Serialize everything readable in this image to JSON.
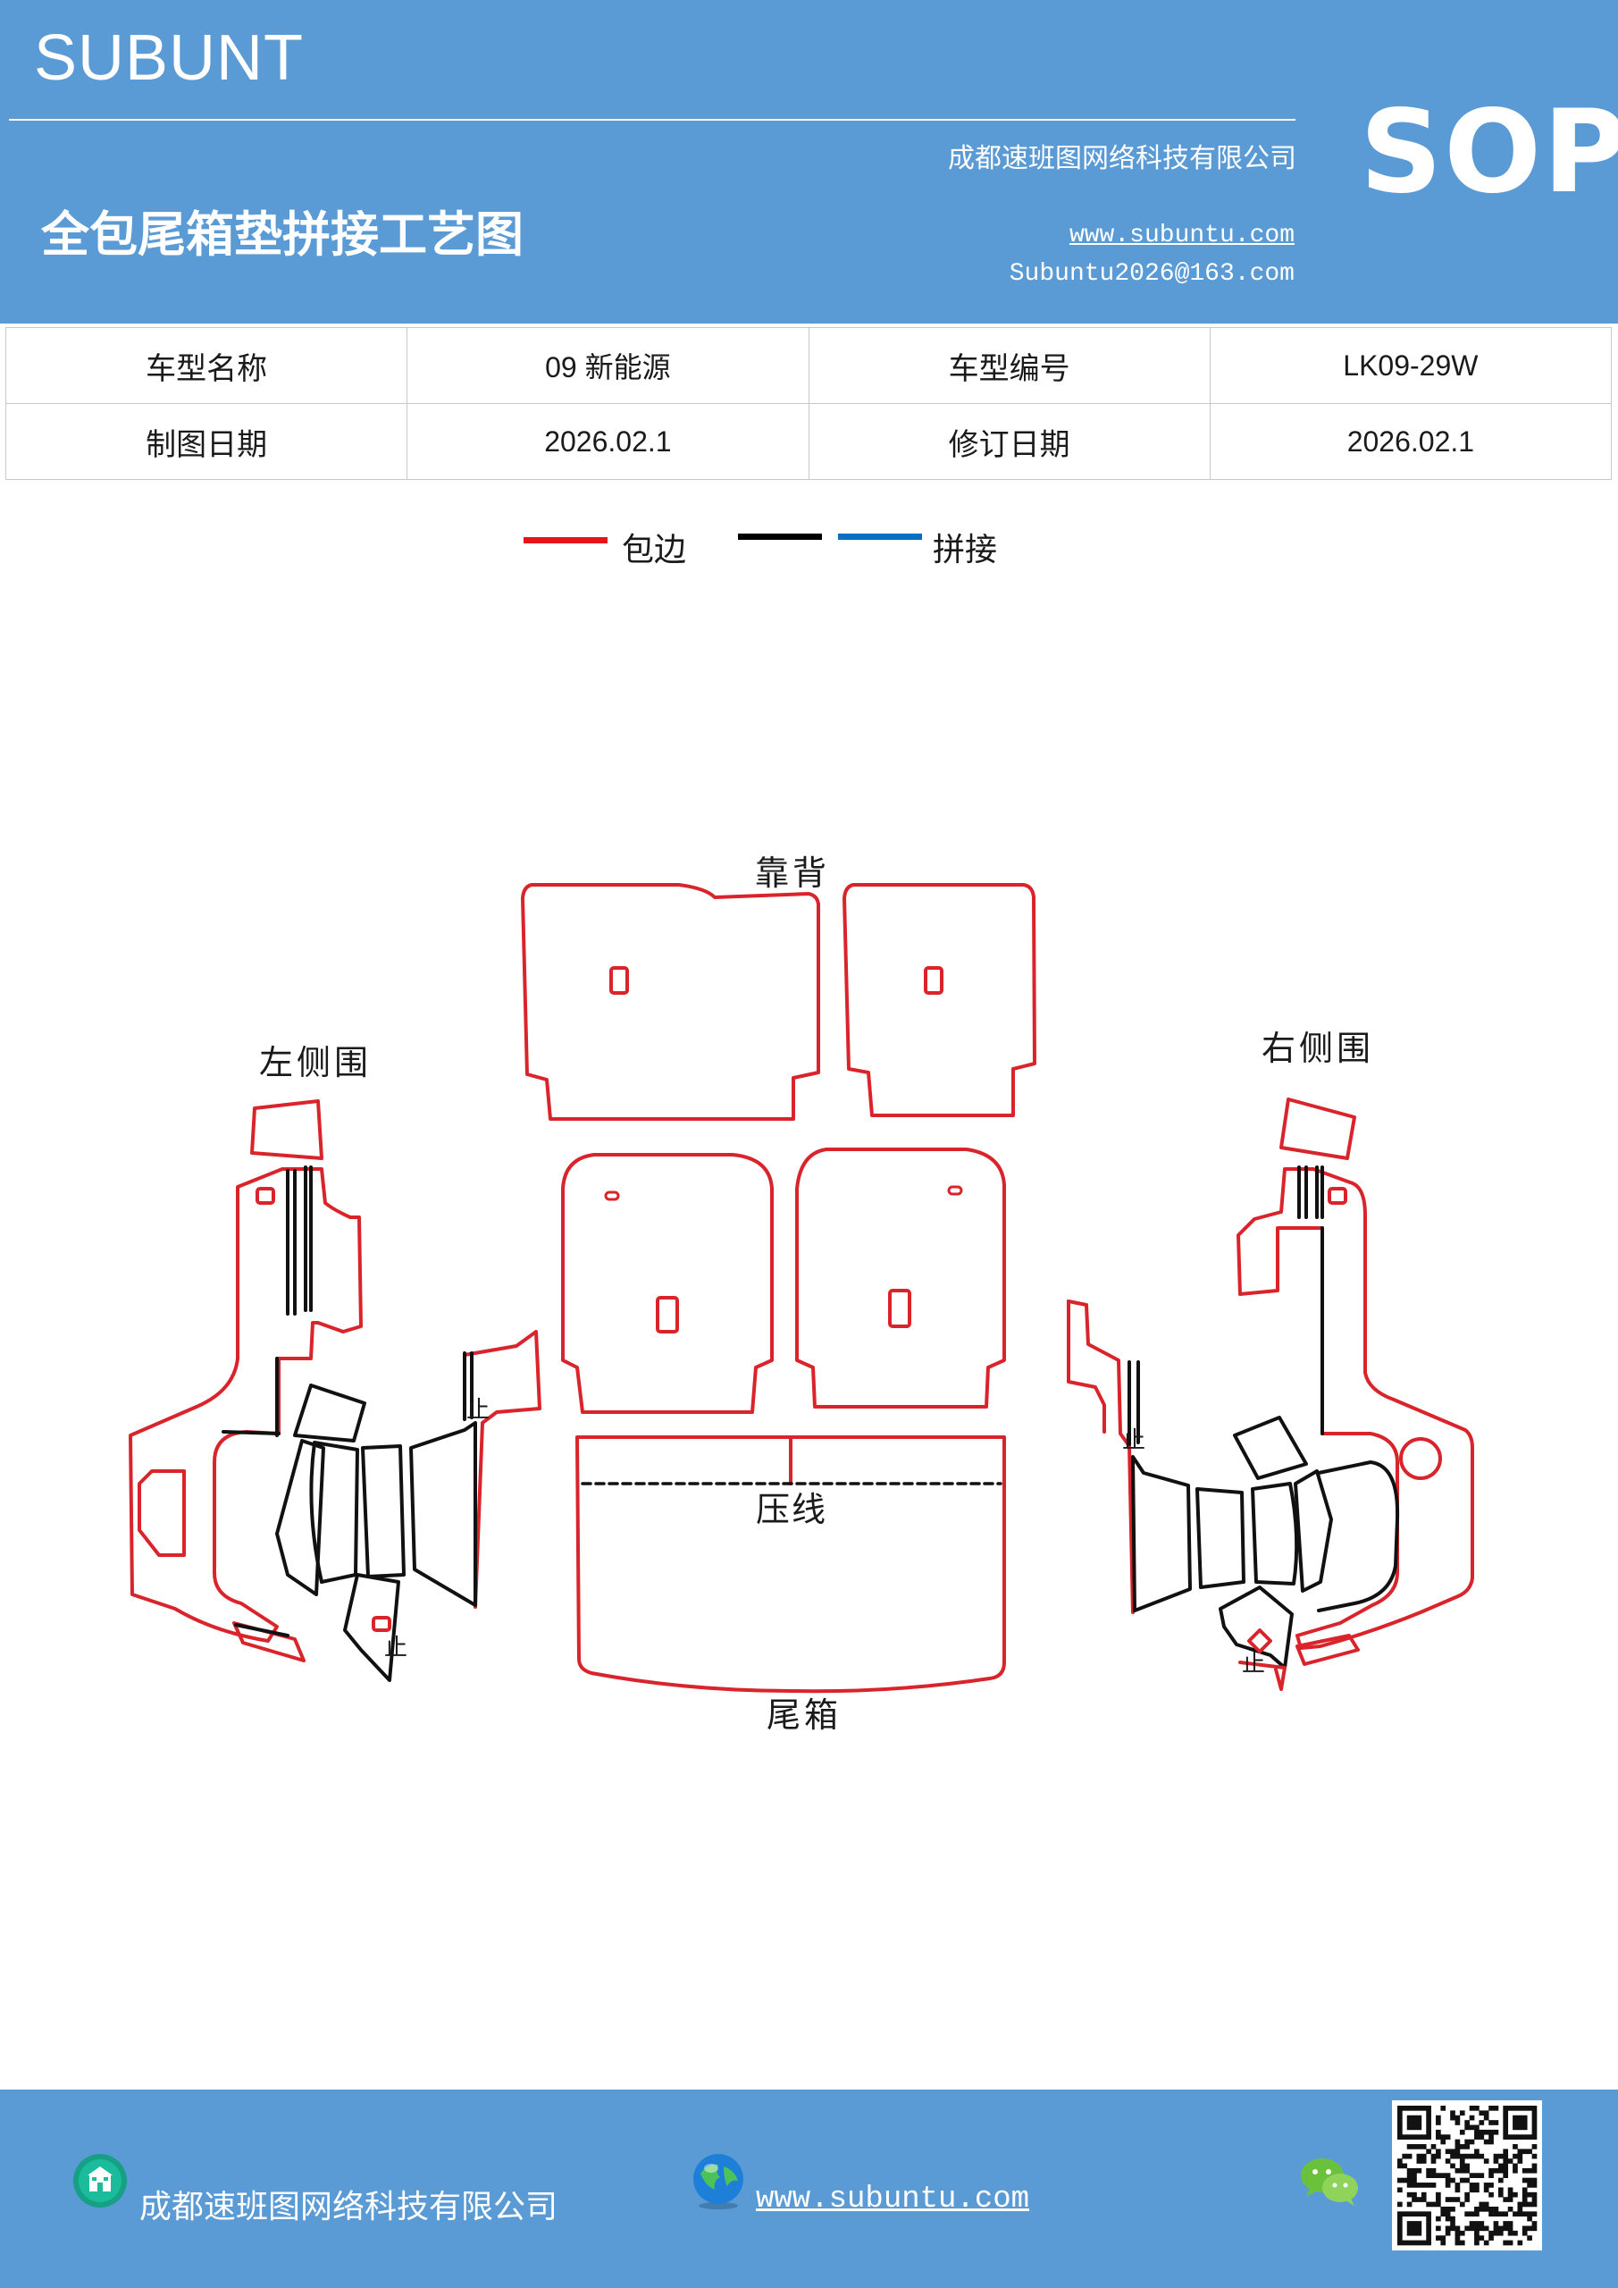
{
  "header": {
    "brand": "SUBUNT",
    "company": "成都速班图网络科技有限公司",
    "title": "全包尾箱垫拼接工艺图",
    "website": "www.subuntu.com",
    "email": "Subuntu2026@163.com",
    "badge": "SOP"
  },
  "info_table": {
    "rows": [
      {
        "label1": "车型名称",
        "value1": "09 新能源",
        "label2": "车型编号",
        "value2": "LK09-29W"
      },
      {
        "label1": "制图日期",
        "value1": "2026.02.1",
        "label2": "修订日期",
        "value2": "2026.02.1"
      }
    ]
  },
  "legend": {
    "items": [
      {
        "label": "包边",
        "color": "#e8141c"
      },
      {
        "label": "",
        "color": "#000000"
      },
      {
        "label": "拼接",
        "color": "#0070c0"
      }
    ]
  },
  "drawing": {
    "label_backrest": "靠背",
    "label_left_side": "左侧围",
    "label_right_side": "右侧围",
    "label_press_line": "压线",
    "label_trunk": "尾箱",
    "stop_mark": "止"
  },
  "footer": {
    "company": "成都速班图网络科技有限公司",
    "website": "www.subuntu.com"
  }
}
